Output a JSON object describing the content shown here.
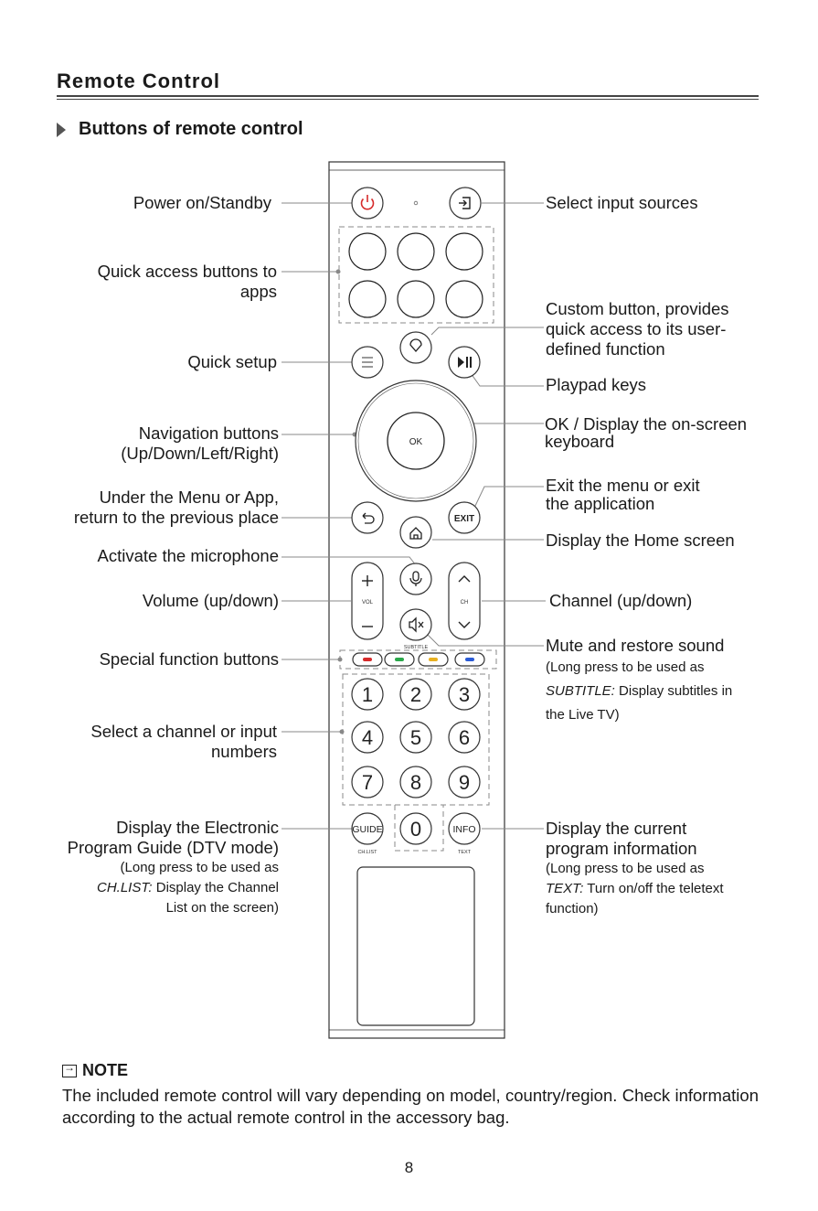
{
  "page": {
    "title": "Remote Control",
    "section": "Buttons of remote control",
    "page_number": "8"
  },
  "labels": {
    "power": "Power on/Standby",
    "quick_apps_1": "Quick access buttons to",
    "quick_apps_2": "apps",
    "quick_setup": "Quick setup",
    "nav_1": "Navigation buttons",
    "nav_2": "(Up/Down/Left/Right)",
    "back_1": "Under the Menu or App,",
    "back_2": "return to the previous place",
    "mic": "Activate the microphone",
    "volume": "Volume (up/down)",
    "special": "Special function buttons",
    "numbers_1": "Select a channel or input",
    "numbers_2": "numbers",
    "guide_1": "Display the Electronic",
    "guide_2": "Program Guide (DTV mode)",
    "guide_3": "(Long press to be used as",
    "guide_4_italic": "CH.LIST:",
    "guide_4": " Display the Channel",
    "guide_5": "List on the screen)",
    "input": "Select input sources",
    "custom_1": "Custom button, provides",
    "custom_2": "quick access to its user-",
    "custom_3": "defined function",
    "playpad": "Playpad keys",
    "ok_1": "OK / Display the on-screen",
    "ok_2": "keyboard",
    "exit_1": "Exit the menu or exit",
    "exit_2": "the application",
    "home": "Display the Home screen",
    "channel": "Channel (up/down)",
    "mute_1": "Mute and restore sound",
    "mute_2": "(Long press to be used as",
    "mute_3_italic": "SUBTITLE:",
    "mute_3": " Display subtitles in",
    "mute_4": "the Live TV)",
    "info_1": "Display the current",
    "info_2": "program information",
    "info_3": "(Long press to be used as",
    "info_4_italic": "TEXT:",
    "info_4": " Turn on/off the teletext",
    "info_5": "function)"
  },
  "remote": {
    "ok": "OK",
    "exit": "EXIT",
    "vol": "VOL",
    "ch": "CH",
    "subtitle": "SUBTITLE",
    "guide": "GUIDE",
    "info": "INFO",
    "chlist": "CH.LIST",
    "text": "TEXT",
    "digits": [
      "1",
      "2",
      "3",
      "4",
      "5",
      "6",
      "7",
      "8",
      "9",
      "0"
    ],
    "color_keys": [
      "#d62a2a",
      "#2aa84a",
      "#e8b020",
      "#2a5bd6"
    ],
    "power_color": "#d62a2a"
  },
  "note": {
    "heading": "NOTE",
    "body": "The included remote control will vary depending on model, country/region. Check information according to the actual remote control in the accessory bag."
  }
}
